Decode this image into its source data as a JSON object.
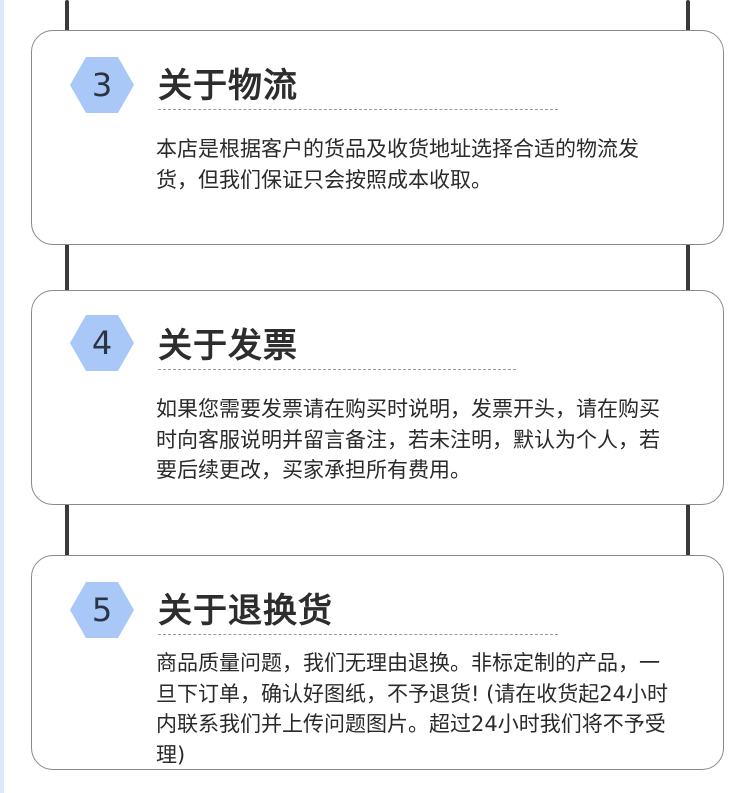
{
  "sections": [
    {
      "number": "3",
      "title": "关于物流",
      "body": "本店是根据客户的货品及收货地址选择合适的物流发货，但我们保证只会按照成本收取。"
    },
    {
      "number": "4",
      "title": "关于发票",
      "body": "如果您需要发票请在购买时说明，发票开头，请在购买时向客服说明并留言备注，若未注明，默认为个人，若要后续更改，买家承担所有费用。"
    },
    {
      "number": "5",
      "title": "关于退换货",
      "body": "商品质量问题，我们无理由退换。非标定制的产品，一旦下订单，确认好图纸，不予退货! (请在收货起24小时内联系我们并上传问题图片。超过24小时我们将不予受理)"
    }
  ],
  "colors": {
    "badge": "#a9c8f8",
    "rope": "#3a3a3a",
    "card_border": "#8a8a8a",
    "left_accent": "#dce9fb"
  }
}
